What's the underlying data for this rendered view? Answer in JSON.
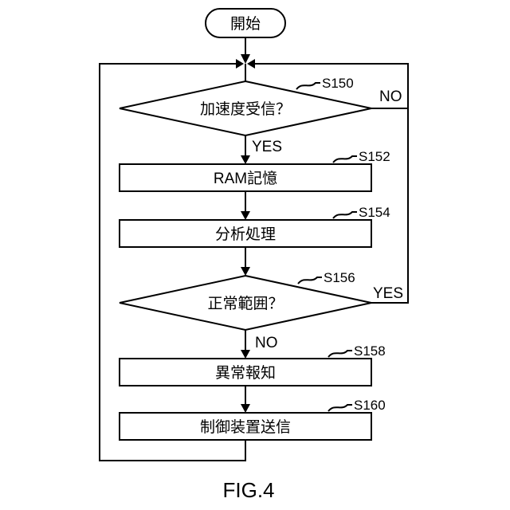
{
  "flowchart": {
    "start": "開始",
    "s150": {
      "id": "S150",
      "label": "加速度受信？",
      "no": "NO",
      "yes": "YES"
    },
    "s152": {
      "id": "S152",
      "label": "RAM記憶"
    },
    "s154": {
      "id": "S154",
      "label": "分析処理"
    },
    "s156": {
      "id": "S156",
      "label": "正常範囲？",
      "yes": "YES",
      "no": "NO"
    },
    "s158": {
      "id": "S158",
      "label": "異常報知"
    },
    "s160": {
      "id": "S160",
      "label": "制御装置送信"
    }
  },
  "figure_caption": "FIG.4"
}
